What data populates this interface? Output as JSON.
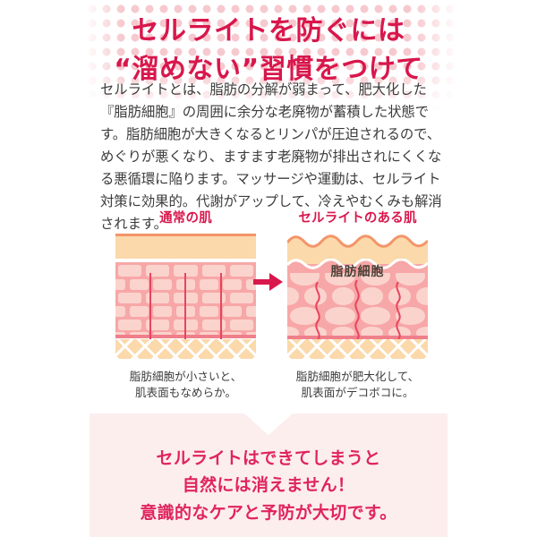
{
  "header": {
    "title": "セルライトを防ぐには\n“溜めない”習慣をつけて",
    "title_color": "#d8174c",
    "dot_pattern_color": "#f6c9ce"
  },
  "lead": {
    "text": "セルライトとは、脂肪の分解が弱まって、肥大化した『脂肪細胞』の周囲に余分な老廃物が蓄積した状態です。脂肪細胞が大きくなるとリンパが圧迫されるので、めぐりが悪くなり、ますます老廃物が排出されにくくなる悪循環に陥ります。マッサージや運動は、セルライト対策に効果的。代謝がアップして、冷えやむくみも解消されます。"
  },
  "diagram": {
    "arrow_icon": "arrow-right-icon",
    "arrow_color": "#d8174c",
    "panels": [
      {
        "heading": "通常の肌",
        "caption": "脂肪細胞が小さいと、\n肌表面もなめらか。",
        "inner_label": "",
        "surface": "smooth"
      },
      {
        "heading": "セルライトのある肌",
        "caption": "脂肪細胞が肥大化して、\n肌表面がデコボコに。",
        "inner_label": "脂肪細胞",
        "surface": "bumpy"
      }
    ],
    "colors": {
      "epidermis": "#fbd9ab",
      "epidermis_top_line": "#f3956a",
      "dermis_background": "#f7a7a7",
      "fat_cell": "#fbd3cd",
      "connective_fibre": "#e8445f",
      "basement_membrane": "#ef7f8b",
      "hypodermis": "#fbd9ab"
    }
  },
  "outro": {
    "text": "セルライトはできてしまうと\n自然には消えません！\n意識的なケアと予防が大切です。",
    "background": "#fdeeee",
    "text_color": "#e0245e"
  }
}
